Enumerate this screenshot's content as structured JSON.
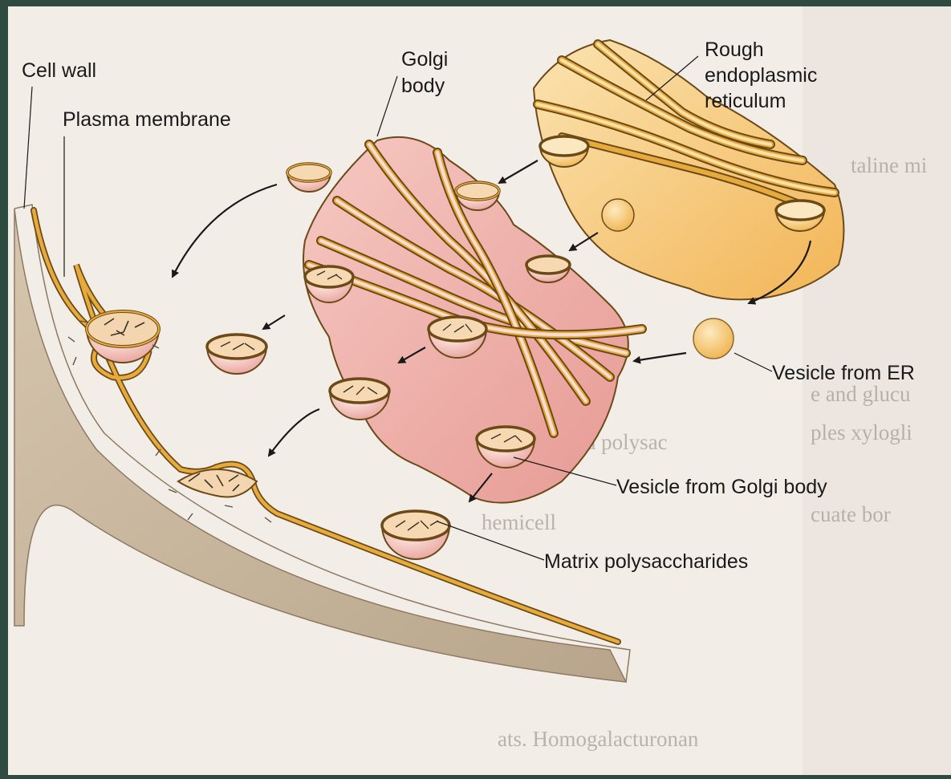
{
  "labels": {
    "cell_wall": "Cell wall",
    "plasma_membrane": "Plasma membrane",
    "golgi_line1": "Golgi",
    "golgi_line2": "body",
    "rer_line1": "Rough",
    "rer_line2": "endoplasmic",
    "rer_line3": "reticulum",
    "vesicle_er": "Vesicle from ER",
    "vesicle_golgi": "Vesicle from Golgi body",
    "matrix": "Matrix polysaccharides"
  },
  "colors": {
    "page": "#f3ede8",
    "frame": "#2f4a3f",
    "wall": "#c9b79f",
    "membrane": "#e3a63a",
    "golgi": "#f0b9b4",
    "golgi_light": "#f9ddd6",
    "er": "#f5c774",
    "er_light": "#fbe1a8"
  }
}
